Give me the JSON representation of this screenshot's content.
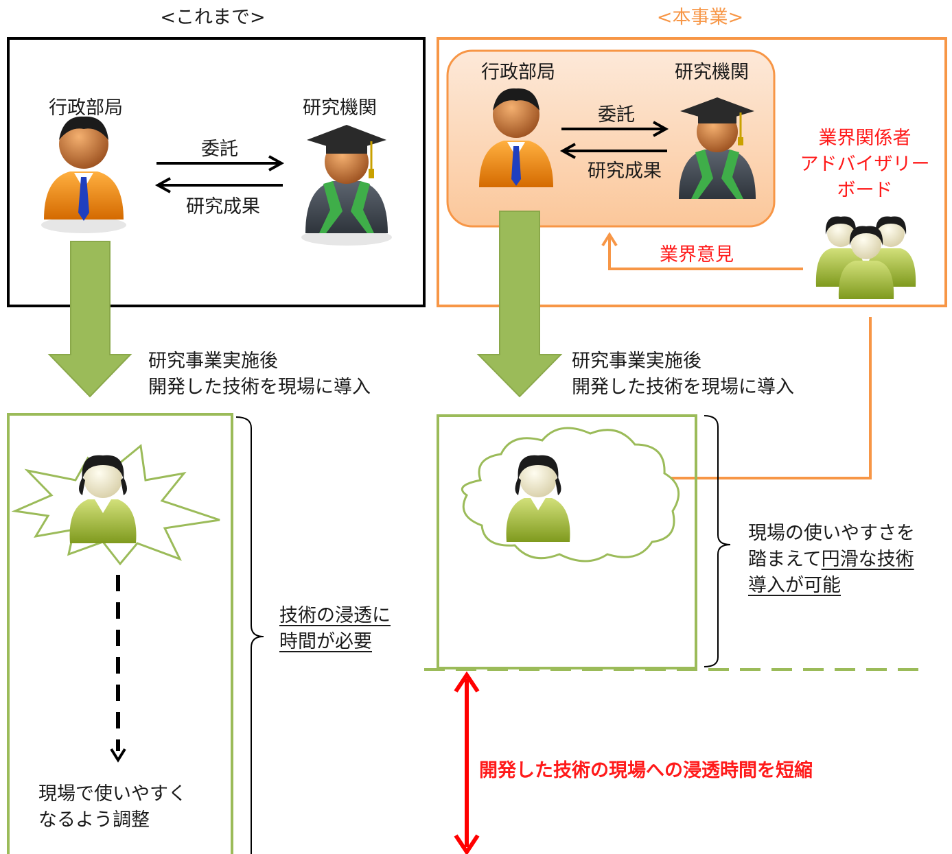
{
  "colors": {
    "black": "#000000",
    "orange": "#f79646",
    "orange_fill": "#fcd5b5",
    "green": "#9bbb59",
    "green_arrow": "#9bbb59",
    "red": "#ff0000"
  },
  "left": {
    "heading": "<これまで>",
    "admin_label": "行政部局",
    "research_label": "研究機関",
    "commission": "委託",
    "results": "研究成果",
    "arrow_caption_line1": "研究事業実施後",
    "arrow_caption_line2": "開発した技術を現場に導入",
    "bottom_line1": "現場で使いやすく",
    "bottom_line2": "なるよう調整",
    "brace_line1": "技術の浸透に",
    "brace_line2": "時間が必要"
  },
  "right": {
    "heading": "<本事業>",
    "admin_label": "行政部局",
    "research_label": "研究機関",
    "commission": "委託",
    "results": "研究成果",
    "board_line1": "業界関係者",
    "board_line2": "アドバイザリー",
    "board_line3": "ボード",
    "opinion": "業界意見",
    "arrow_caption_line1": "研究事業実施後",
    "arrow_caption_line2": "開発した技術を現場に導入",
    "brace_line1": "現場の使いやすさを",
    "brace_line2_plain": "踏まえて",
    "brace_line2_underlined": "円滑な技術",
    "brace_line3": "導入が可能",
    "shortened": "開発した技術の現場への浸透時間を短縮"
  },
  "icons": {
    "official": "businessman-icon",
    "graduate": "graduate-icon",
    "worker": "field-worker-icon",
    "group": "user-group-icon"
  }
}
